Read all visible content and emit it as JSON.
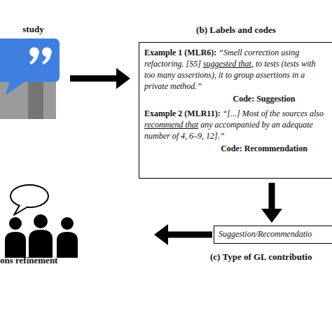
{
  "diagram": {
    "nodes": [
      {
        "text": [
          "study"
        ]
      },
      {
        "text": [
          "(b) Labels and codes",
          "Example 1 (MLR6):",
          "“Smell correction using refactoring. [S5]",
          "suggested that",
          ", to tests (tests with too many assertions), it to group assertions in a private method.”",
          "Code: Suggestion",
          "Example 2 (MLR11):",
          "“[...] Most of the sources also",
          "recommend that",
          "any accompanied by an adequate number of 4, 6–9, 12].”",
          "Code: Recommendation"
        ]
      },
      {
        "text": [
          "Suggestion/Recommendatio",
          "(c) Type of GL contributio"
        ]
      },
      {
        "text": [
          "ons refinement"
        ]
      }
    ],
    "edges": [
      {
        "from": 0,
        "to": 1,
        "arrow": "to"
      },
      {
        "from": 1,
        "to": 2,
        "arrow": "to"
      },
      {
        "from": 2,
        "to": 3,
        "arrow": "to"
      }
    ]
  }
}
